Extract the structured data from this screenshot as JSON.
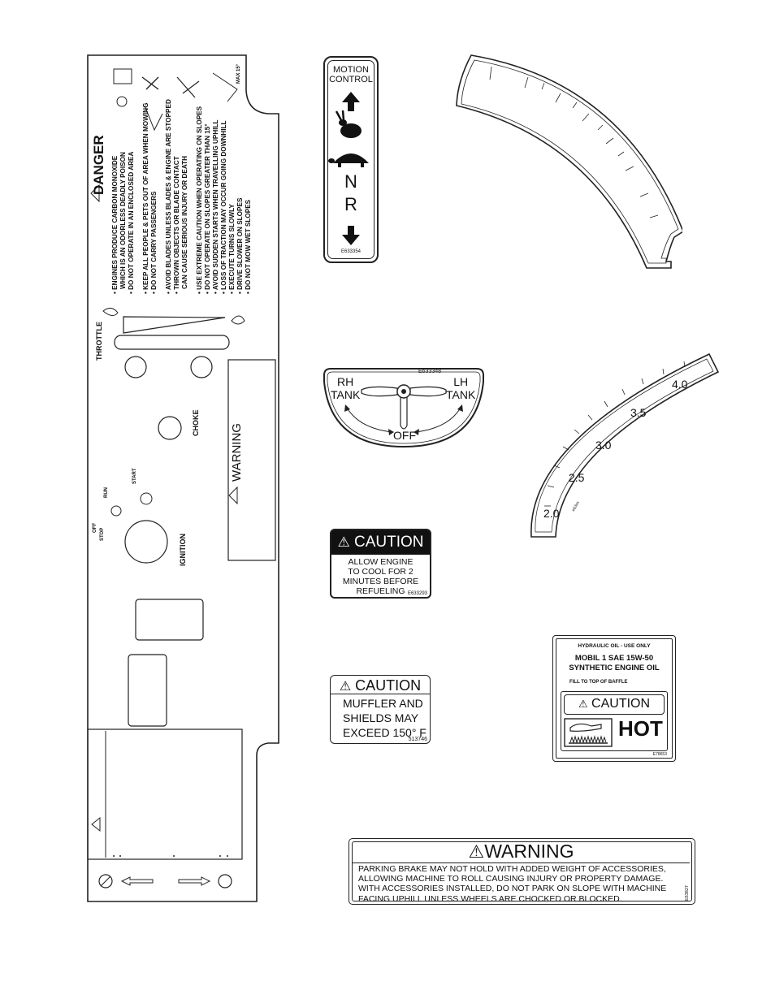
{
  "dash_panel": {
    "danger_title": "DANGER",
    "danger_lines": [
      "• ENGINES PRODUCE CARBON MONOXIDE",
      "  WHICH IS AN ODORLESS DEADLY POISON",
      "• DO NOT OPERATE IN AN ENCLOSED AREA",
      "• KEEP ALL PEOPLE & PETS OUT OF AREA WHEN MOWING",
      "• DO NOT CARRY PASSENGERS",
      "• AVOID BLADES UNLESS BLADES & ENGINE ARE STOPPED",
      "• THROWN OBJECTS OR BLADE CONTACT",
      "  CAN CAUSE SERIOUS INJURY OR DEATH",
      "• USE EXTREME CAUTION WHEN OPERATING ON SLOPES",
      "• DO NOT OPERATE ON SLOPES GREATER THAN 15°",
      "• AVOID SUDDEN STARTS WHEN TRAVELLING UPHILL",
      "• LOSS OF TRACTION MAY OCCUR GOING DOWNHILL",
      "• EXECUTE TURNS SLOWLY",
      "• DRIVE SLOWER ON SLOPES",
      "• DO NOT MOW WET SLOPES"
    ],
    "max_label": "MAX 15°",
    "throttle_label": "THROTTLE",
    "choke_label": "CHOKE",
    "warning_label": "WARNING",
    "ignition_label": "IGNITION",
    "off_label": "OFF",
    "stop_label": "STOP",
    "run_label": "RUN",
    "start_label": "START"
  },
  "motion_control": {
    "title_line1": "MOTION",
    "title_line2": "CONTROL",
    "neutral": "N",
    "reverse": "R",
    "part_no": "E633354"
  },
  "fuel_tank": {
    "rh_line1": "RH",
    "rh_line2": "TANK",
    "lh_line1": "LH",
    "lh_line2": "TANK",
    "off": "OFF",
    "part_no": "E633348"
  },
  "height_gauge": {
    "values": [
      "2.0",
      "2.5",
      "3.0",
      "3.5",
      "4.0"
    ],
    "part_no": "e63xx"
  },
  "caution_refuel": {
    "header": "CAUTION",
    "lines": [
      "ALLOW ENGINE",
      "TO COOL FOR 2",
      "MINUTES BEFORE",
      "REFUELING"
    ],
    "part_no": "E633293"
  },
  "caution_muffler": {
    "header": "CAUTION",
    "lines": [
      "MUFFLER AND",
      "SHIELDS MAY",
      "EXCEED 150° F"
    ],
    "part_no": "513746"
  },
  "hydraulic": {
    "line1": "HYDRAULIC OIL - USE ONLY",
    "line2": "MOBIL 1 SAE 15W-50",
    "line3": "SYNTHETIC ENGINE OIL",
    "line4": "FILL TO TOP OF BAFFLE",
    "caution": "CAUTION",
    "hot": "HOT",
    "part_no": "E78653"
  },
  "parking_warning": {
    "header": "WARNING",
    "lines": [
      "PARKING BRAKE MAY NOT HOLD WITH ADDED WEIGHT OF ACCESSORIES,",
      "ALLOWING MACHINE TO ROLL CAUSING INJURY OR PROPERTY DAMAGE.",
      "WITH ACCESSORIES INSTALLED, DO NOT PARK ON SLOPE WITH MACHINE",
      "FACING UPHILL UNLESS WHEELS ARE CHOCKED OR BLOCKED."
    ],
    "part_no": "E63827"
  }
}
